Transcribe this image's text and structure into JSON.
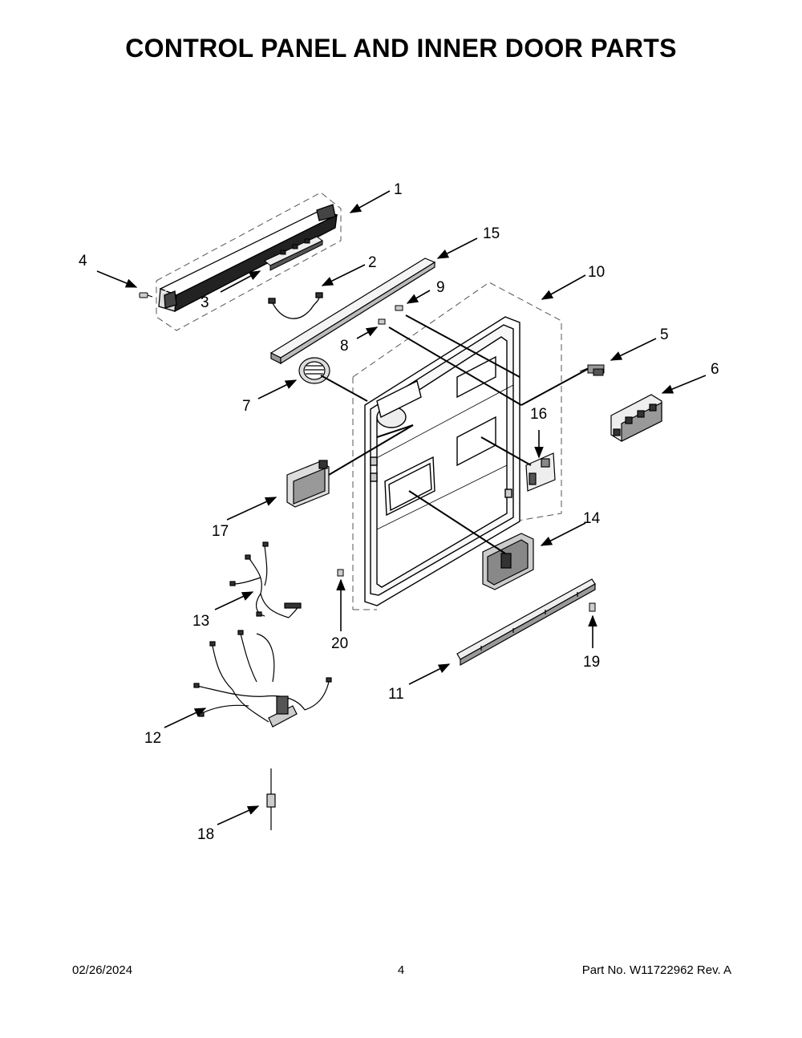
{
  "page": {
    "title": "CONTROL PANEL AND INNER DOOR PARTS"
  },
  "callouts": [
    "1",
    "2",
    "3",
    "4",
    "5",
    "6",
    "7",
    "8",
    "9",
    "10",
    "11",
    "12",
    "13",
    "14",
    "15",
    "16",
    "17",
    "18",
    "19",
    "20"
  ],
  "footer": {
    "date": "02/26/2024",
    "page_number": "4",
    "part_info": "Part No.  W11722962  Rev.  A"
  }
}
